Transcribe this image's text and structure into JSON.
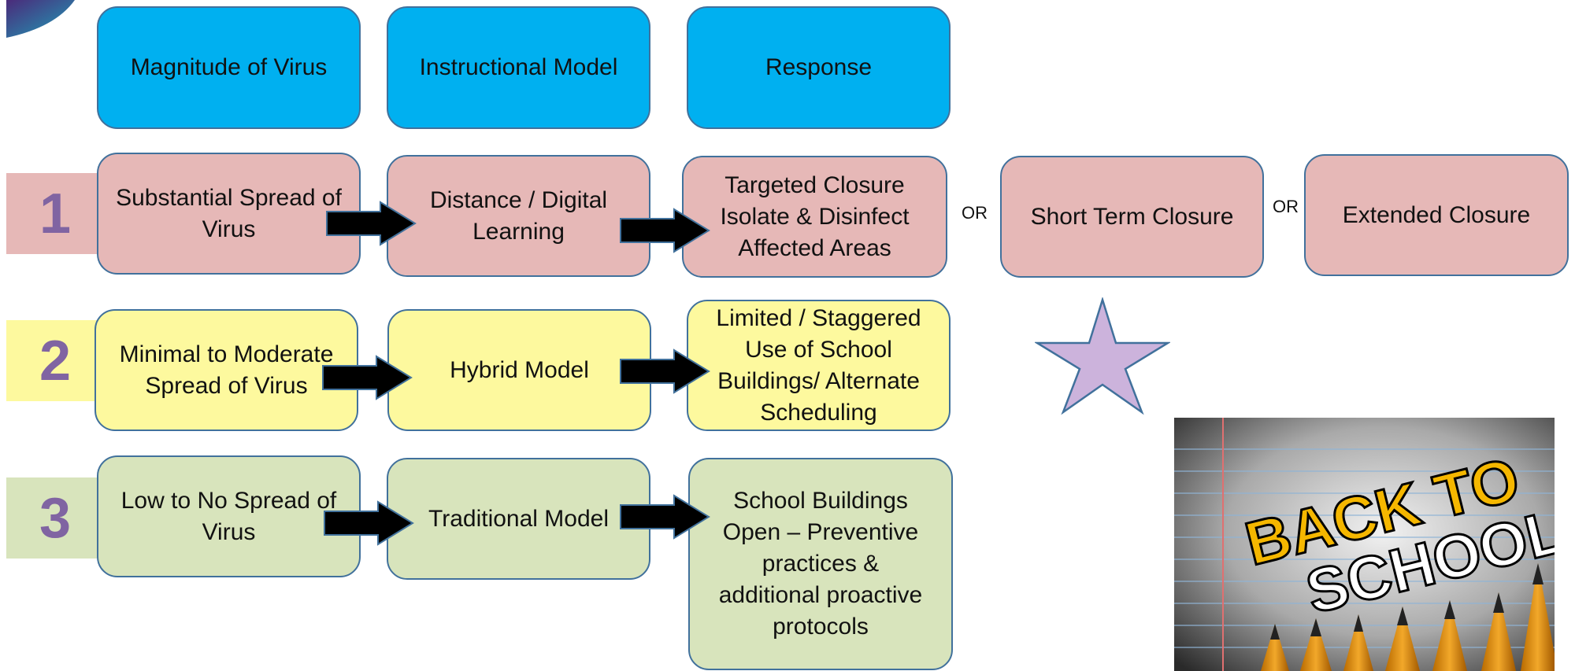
{
  "headers": {
    "magnitude": "Magnitude of Virus",
    "model": "Instructional Model",
    "response": "Response"
  },
  "levels": {
    "one": {
      "number": "1",
      "magnitude": "Substantial Spread of Virus",
      "model": "Distance / Digital Learning",
      "response_lines": [
        "Targeted Closure",
        "Isolate & Disinfect",
        "Affected Areas"
      ],
      "alt_short": "Short Term Closure",
      "alt_extended": "Extended Closure",
      "or_text": "OR",
      "color": "#e6b8b7"
    },
    "two": {
      "number": "2",
      "magnitude": "Minimal to Moderate Spread of Virus",
      "model": "Hybrid Model",
      "response_lines": [
        "Limited / Staggered",
        "Use of School",
        "Buildings/ Alternate",
        "Scheduling"
      ],
      "color": "#fdf99e"
    },
    "three": {
      "number": "3",
      "magnitude": "Low to No Spread of Virus",
      "model": "Traditional Model",
      "response_lines": [
        "School Buildings",
        "Open – Preventive",
        "practices &",
        "additional proactive",
        "protocols"
      ],
      "color": "#d8e4bc"
    }
  },
  "image": {
    "headline_1": "BACK TO",
    "headline_2": "SCHOOL"
  },
  "colors": {
    "header": "#00b0f0",
    "border": "#41719c",
    "number": "#8064a2",
    "star": "#ccb3dc"
  }
}
